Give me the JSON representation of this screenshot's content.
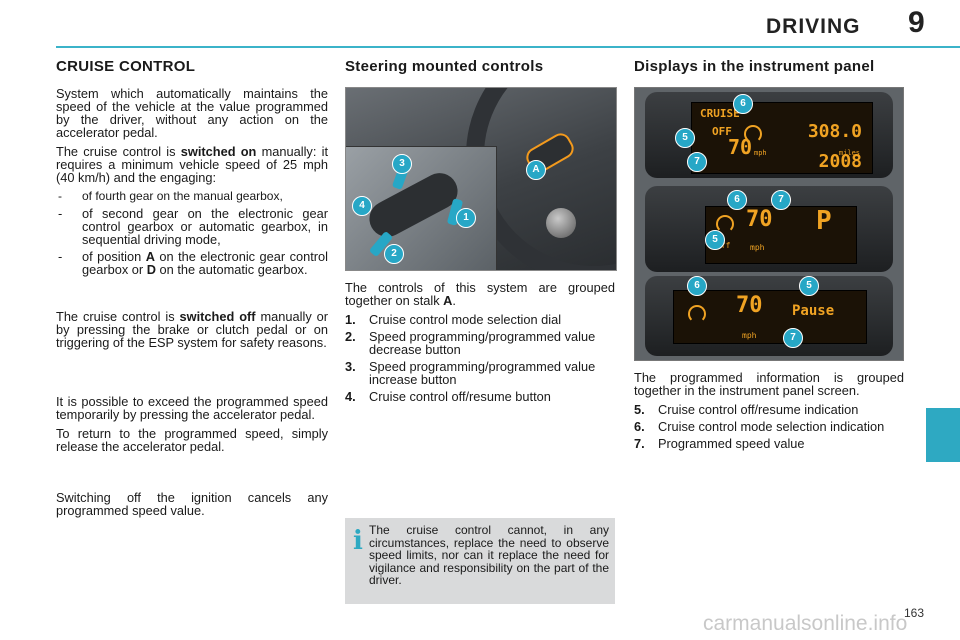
{
  "header": {
    "title": "DRIVING",
    "chapter": "9"
  },
  "col1": {
    "heading": "CRUISE CONTROL",
    "p1": "System which automatically maintains the speed of the vehicle at the value programmed by the driver, without any action on the accelerator pedal.",
    "p2_before": "The cruise control is ",
    "p2_bold": "switched on",
    "p2_after": " manually: it requires a minimum vehicle speed of 25 mph (40 km/h) and the engaging:",
    "bullets": [
      "of fourth gear on the manual gearbox,",
      "of second gear on the electronic gear control gearbox or automatic gearbox, in sequential driving mode,"
    ],
    "bullet3_a": "of position ",
    "bullet3_A": "A",
    "bullet3_b": " on the electronic gear control gearbox or ",
    "bullet3_D": "D",
    "bullet3_c": " on the automatic gearbox.",
    "p3_before": "The cruise control is ",
    "p3_bold": "switched off",
    "p3_after": " manually or by pressing the brake or clutch pedal or on triggering of the ESP system for safety reasons.",
    "p4": "It is possible to exceed the programmed speed temporarily by pressing the accelerator pedal.",
    "p5": "To return to the programmed speed, simply release the accelerator pedal.",
    "p6": "Switching off the ignition cancels any programmed speed value."
  },
  "col2": {
    "heading": "Steering mounted controls",
    "intro_before": "The controls of this system are grouped together on stalk ",
    "intro_bold": "A",
    "intro_after": ".",
    "items": [
      {
        "num": "1.",
        "text": "Cruise control mode selection dial"
      },
      {
        "num": "2.",
        "text": "Speed programming/programmed value decrease button"
      },
      {
        "num": "3.",
        "text": "Speed programming/programmed value increase button"
      },
      {
        "num": "4.",
        "text": "Cruise control off/resume button"
      }
    ],
    "callouts": [
      "3",
      "4",
      "1",
      "2",
      "A"
    ],
    "info_icon": "i",
    "info": "The cruise control cannot, in any circumstances, replace the need to observe speed limits, nor can it replace the need for vigilance and responsibility on the part of the driver."
  },
  "col3": {
    "heading": "Displays in the instrument panel",
    "display1": {
      "cruise": "CRUISE",
      "off": "OFF",
      "speed": "70",
      "unit": "mph",
      "odo1": "308.0",
      "miles": "miles",
      "odo2": "2008"
    },
    "display2": {
      "off": "off",
      "speed": "70",
      "unit": "mph",
      "gear": "P"
    },
    "display3": {
      "speed": "70",
      "unit": "mph",
      "status": "Pause"
    },
    "callouts": {
      "d1": [
        "6",
        "5",
        "7"
      ],
      "d2": [
        "6",
        "7",
        "5"
      ],
      "d3": [
        "6",
        "5",
        "7"
      ]
    },
    "intro": "The programmed information is grouped together in the instrument panel screen.",
    "items": [
      {
        "num": "5.",
        "text": "Cruise control off/resume indication"
      },
      {
        "num": "6.",
        "text": "Cruise control mode selection indication"
      },
      {
        "num": "7.",
        "text": "Programmed speed value"
      }
    ]
  },
  "footer": {
    "page": "163",
    "watermark": "carmanualsonline.info"
  },
  "colors": {
    "accent": "#2ea9c2",
    "amber": "#f0a323"
  }
}
